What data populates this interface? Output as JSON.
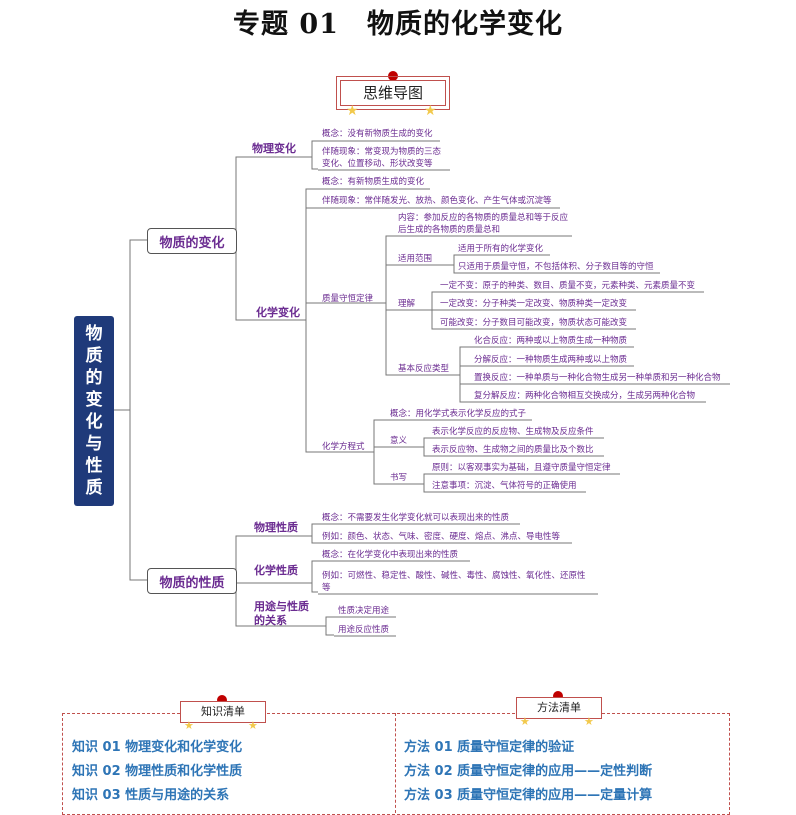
{
  "title": "专题 01　物质的化学变化",
  "mindmap_label": "思维导图",
  "root_chars": [
    "物",
    "质",
    "的",
    "变",
    "化",
    "与",
    "性",
    "质"
  ],
  "branch_change": {
    "label": "物质的变化",
    "physical": {
      "label": "物理变化",
      "concept": "概念：没有新物质生成的变化",
      "phenomena_1": "伴随现象：常变现为物质的三态",
      "phenomena_2": "变化、位置移动、形状改变等"
    },
    "chemical": {
      "label": "化学变化",
      "concept": "概念：有新物质生成的变化",
      "phenomena": "伴随现象：常伴随发光、放热、颜色变化、产生气体或沉淀等",
      "conservation": {
        "label": "质量守恒定律",
        "content_1": "内容：参加反应的各物质的质量总和等于反应",
        "content_2": "后生成的各物质的质量总和",
        "scope_label": "适用范围",
        "scope_1": "适用于所有的化学变化",
        "scope_2": "只适用于质量守恒，不包括体积、分子数目等的守恒",
        "understand_label": "理解",
        "und_1": "一定不变：原子的种类、数目、质量不变，元素种类、元素质量不变",
        "und_2": "一定改变：分子种类一定改变、物质种类一定改变",
        "und_3": "可能改变：分子数目可能改变，物质状态可能改变",
        "types_label": "基本反应类型",
        "type_1": "化合反应：两种或以上物质生成一种物质",
        "type_2": "分解反应：一种物质生成两种或以上物质",
        "type_3": "置换反应：一种单质与一种化合物生成另一种单质和另一种化合物",
        "type_4": "复分解反应：两种化合物相互交换成分，生成另两种化合物"
      },
      "equation": {
        "label": "化学方程式",
        "concept": "概念：用化学式表示化学反应的式子",
        "meaning_label": "意义",
        "meaning_1": "表示化学反应的反应物、生成物及反应条件",
        "meaning_2": "表示反应物、生成物之间的质量比及个数比",
        "writing_label": "书写",
        "writing_1": "原则：以客观事实为基础，且遵守质量守恒定律",
        "writing_2": "注意事项：沉淀、气体符号的正确使用"
      }
    }
  },
  "branch_property": {
    "label": "物质的性质",
    "physical": {
      "label": "物理性质",
      "concept": "概念：不需要发生化学变化就可以表现出来的性质",
      "example": "例如：颜色、状态、气味、密度、硬度、熔点、沸点、导电性等"
    },
    "chemical": {
      "label": "化学性质",
      "concept": "概念：在化学变化中表现出来的性质",
      "example_1": "例如：可燃性、稳定性、酸性、碱性、毒性、腐蚀性、氧化性、还原性",
      "example_2": "等"
    },
    "usage": {
      "label_1": "用途与性质",
      "label_2": "的关系",
      "item_1": "性质决定用途",
      "item_2": "用途反应性质"
    }
  },
  "knowledge": {
    "tag": "知识清单",
    "items": [
      "知识 01  物理变化和化学变化",
      "知识 02  物理性质和化学性质",
      "知识 03  性质与用途的关系"
    ]
  },
  "methods": {
    "tag": "方法清单",
    "items": [
      "方法 01  质量守恒定律的验证",
      "方法 02  质量守恒定律的应用——定性判断",
      "方法 03  质量守恒定律的应用——定量计算"
    ]
  }
}
